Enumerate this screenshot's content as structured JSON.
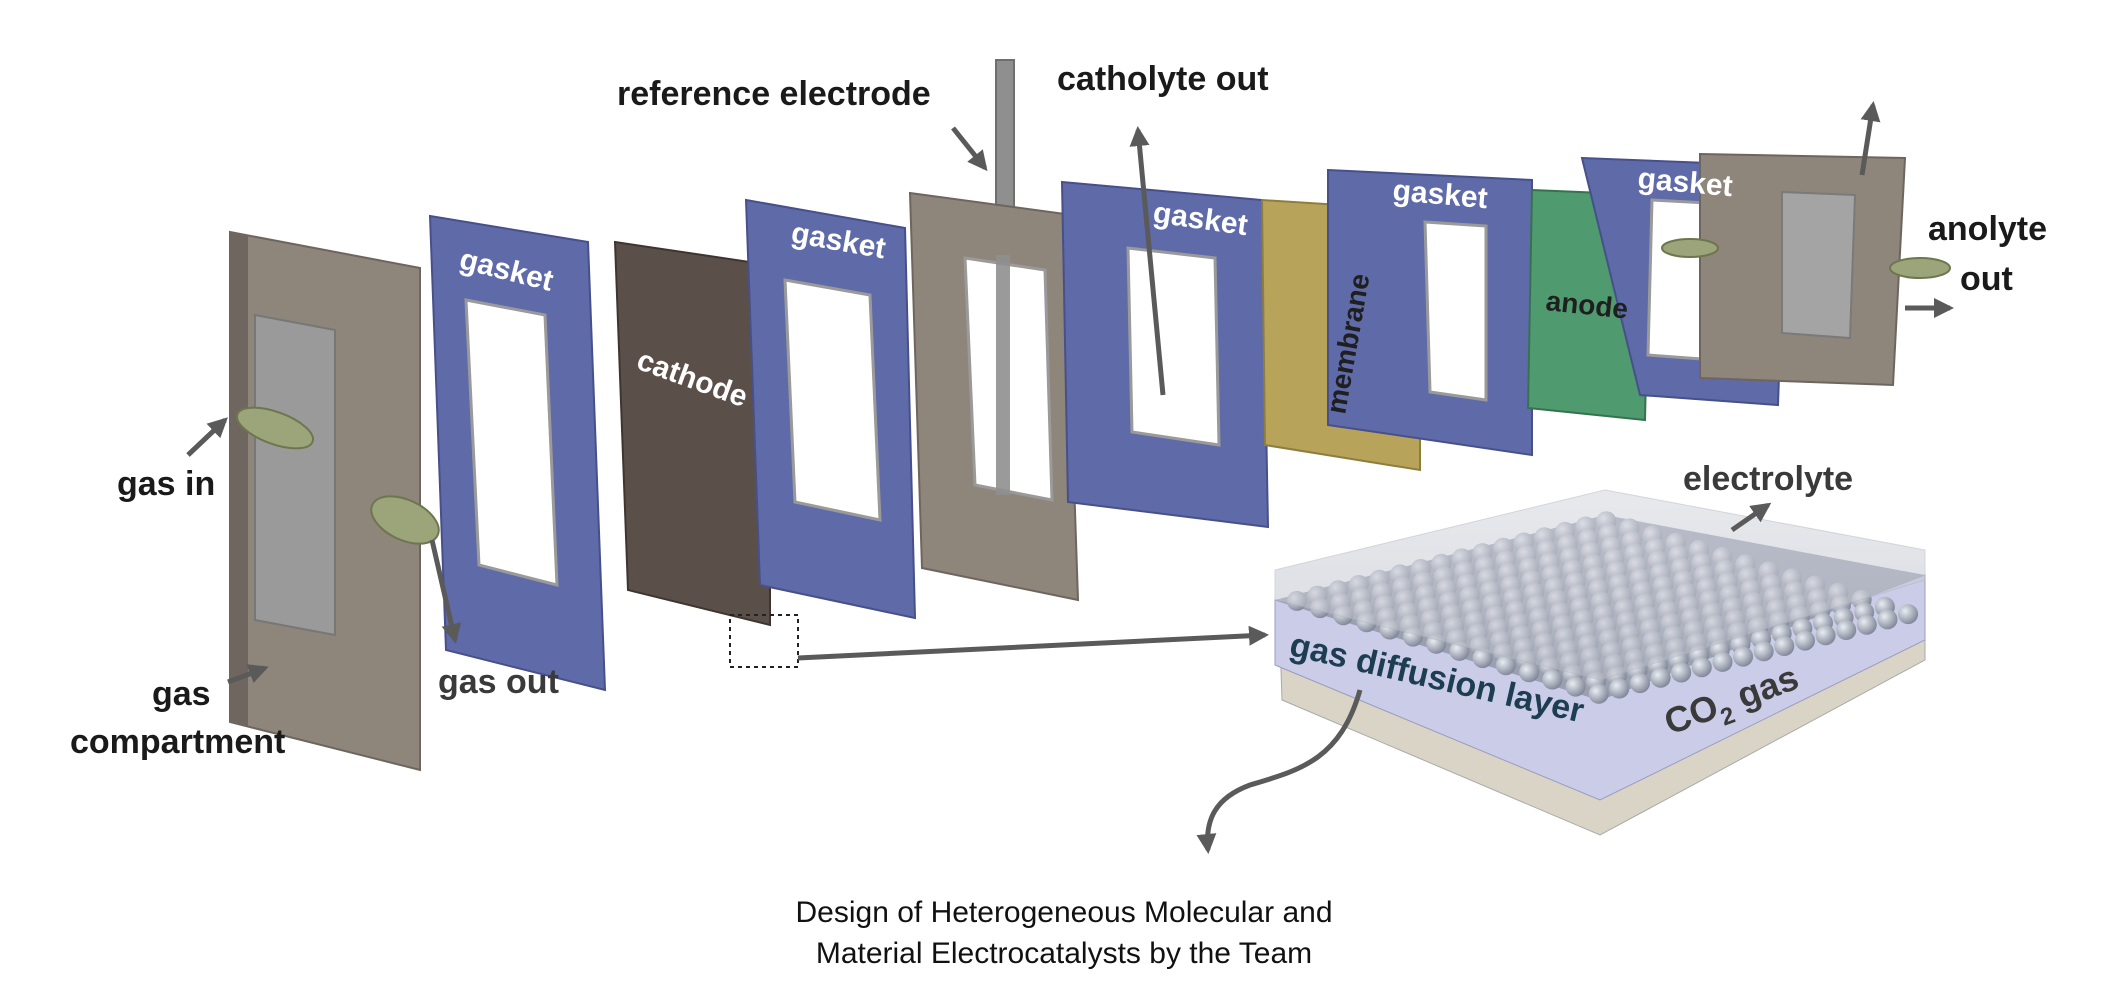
{
  "labels": {
    "reference_electrode": "reference electrode",
    "catholyte_out": "catholyte out",
    "anolyte_out_line1": "anolyte",
    "anolyte_out_line2": "out",
    "gas_in": "gas in",
    "gas_out": "gas out",
    "gas_compartment_line1": "gas",
    "gas_compartment_line2": "compartment",
    "gasket": "gasket",
    "cathode": "cathode",
    "membrane": "membrane",
    "anode": "anode",
    "electrolyte": "electrolyte",
    "gas_diffusion_layer": "gas diffusion layer",
    "co2_gas_prefix": "CO",
    "co2_gas_subscript": "2",
    "co2_gas_suffix": " gas"
  },
  "caption": {
    "line1": "Design of Heterogeneous Molecular and",
    "line2": "Material Electrocatalysts by the Team"
  },
  "colors": {
    "compartment": "#8e857b",
    "gasket": "#5f6aa8",
    "cathode": "#5b4f49",
    "membrane": "#b7a35a",
    "anode": "#4f9a6e",
    "tube": "#9ca57a",
    "arrow": "#5a5a5a"
  }
}
